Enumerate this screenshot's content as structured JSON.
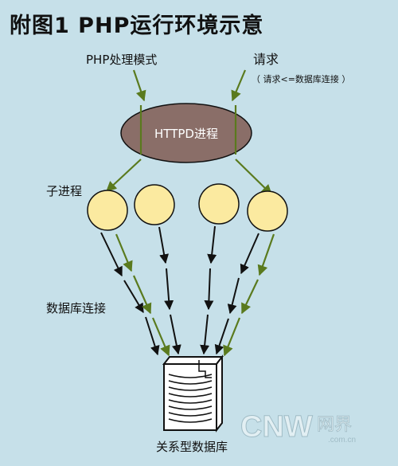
{
  "title": "附图1  PHP运行环境示意",
  "labels": {
    "php_mode": "PHP处理模式",
    "request": "请求",
    "request_note": "（ 请求<=数据库连接 ）",
    "httpd": "HTTPD进程",
    "child": "子进程",
    "db_conn": "数据库连接",
    "database": "关系型数据库"
  },
  "watermark": {
    "logo": "CNW",
    "chinese": "网界",
    "domain": ".com.cn"
  },
  "colors": {
    "background": "#c6e0e9",
    "httpd_fill": "#8a6e68",
    "child_fill": "#fbeaa0",
    "green_arrow": "#5a7a1e",
    "black_arrow": "#111111"
  }
}
